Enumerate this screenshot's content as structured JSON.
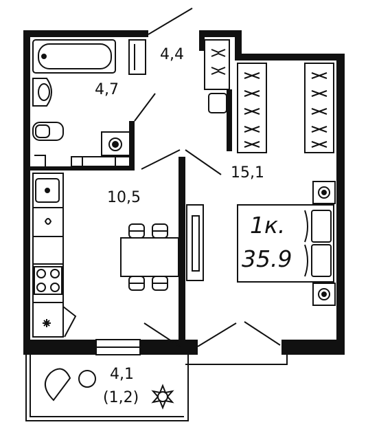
{
  "plan": {
    "rooms": {
      "hall": {
        "area": "4,4"
      },
      "bathroom": {
        "area": "4,7"
      },
      "bedroom": {
        "area": "15,1"
      },
      "kitchen": {
        "area": "10,5"
      },
      "balcony": {
        "area": "4,1",
        "area_reduced": "(1,2)"
      }
    },
    "summary": {
      "rooms": "1к.",
      "total_area": "35.9"
    },
    "colors": {
      "wall": "#111111",
      "line": "#111111",
      "background": "#ffffff"
    }
  }
}
